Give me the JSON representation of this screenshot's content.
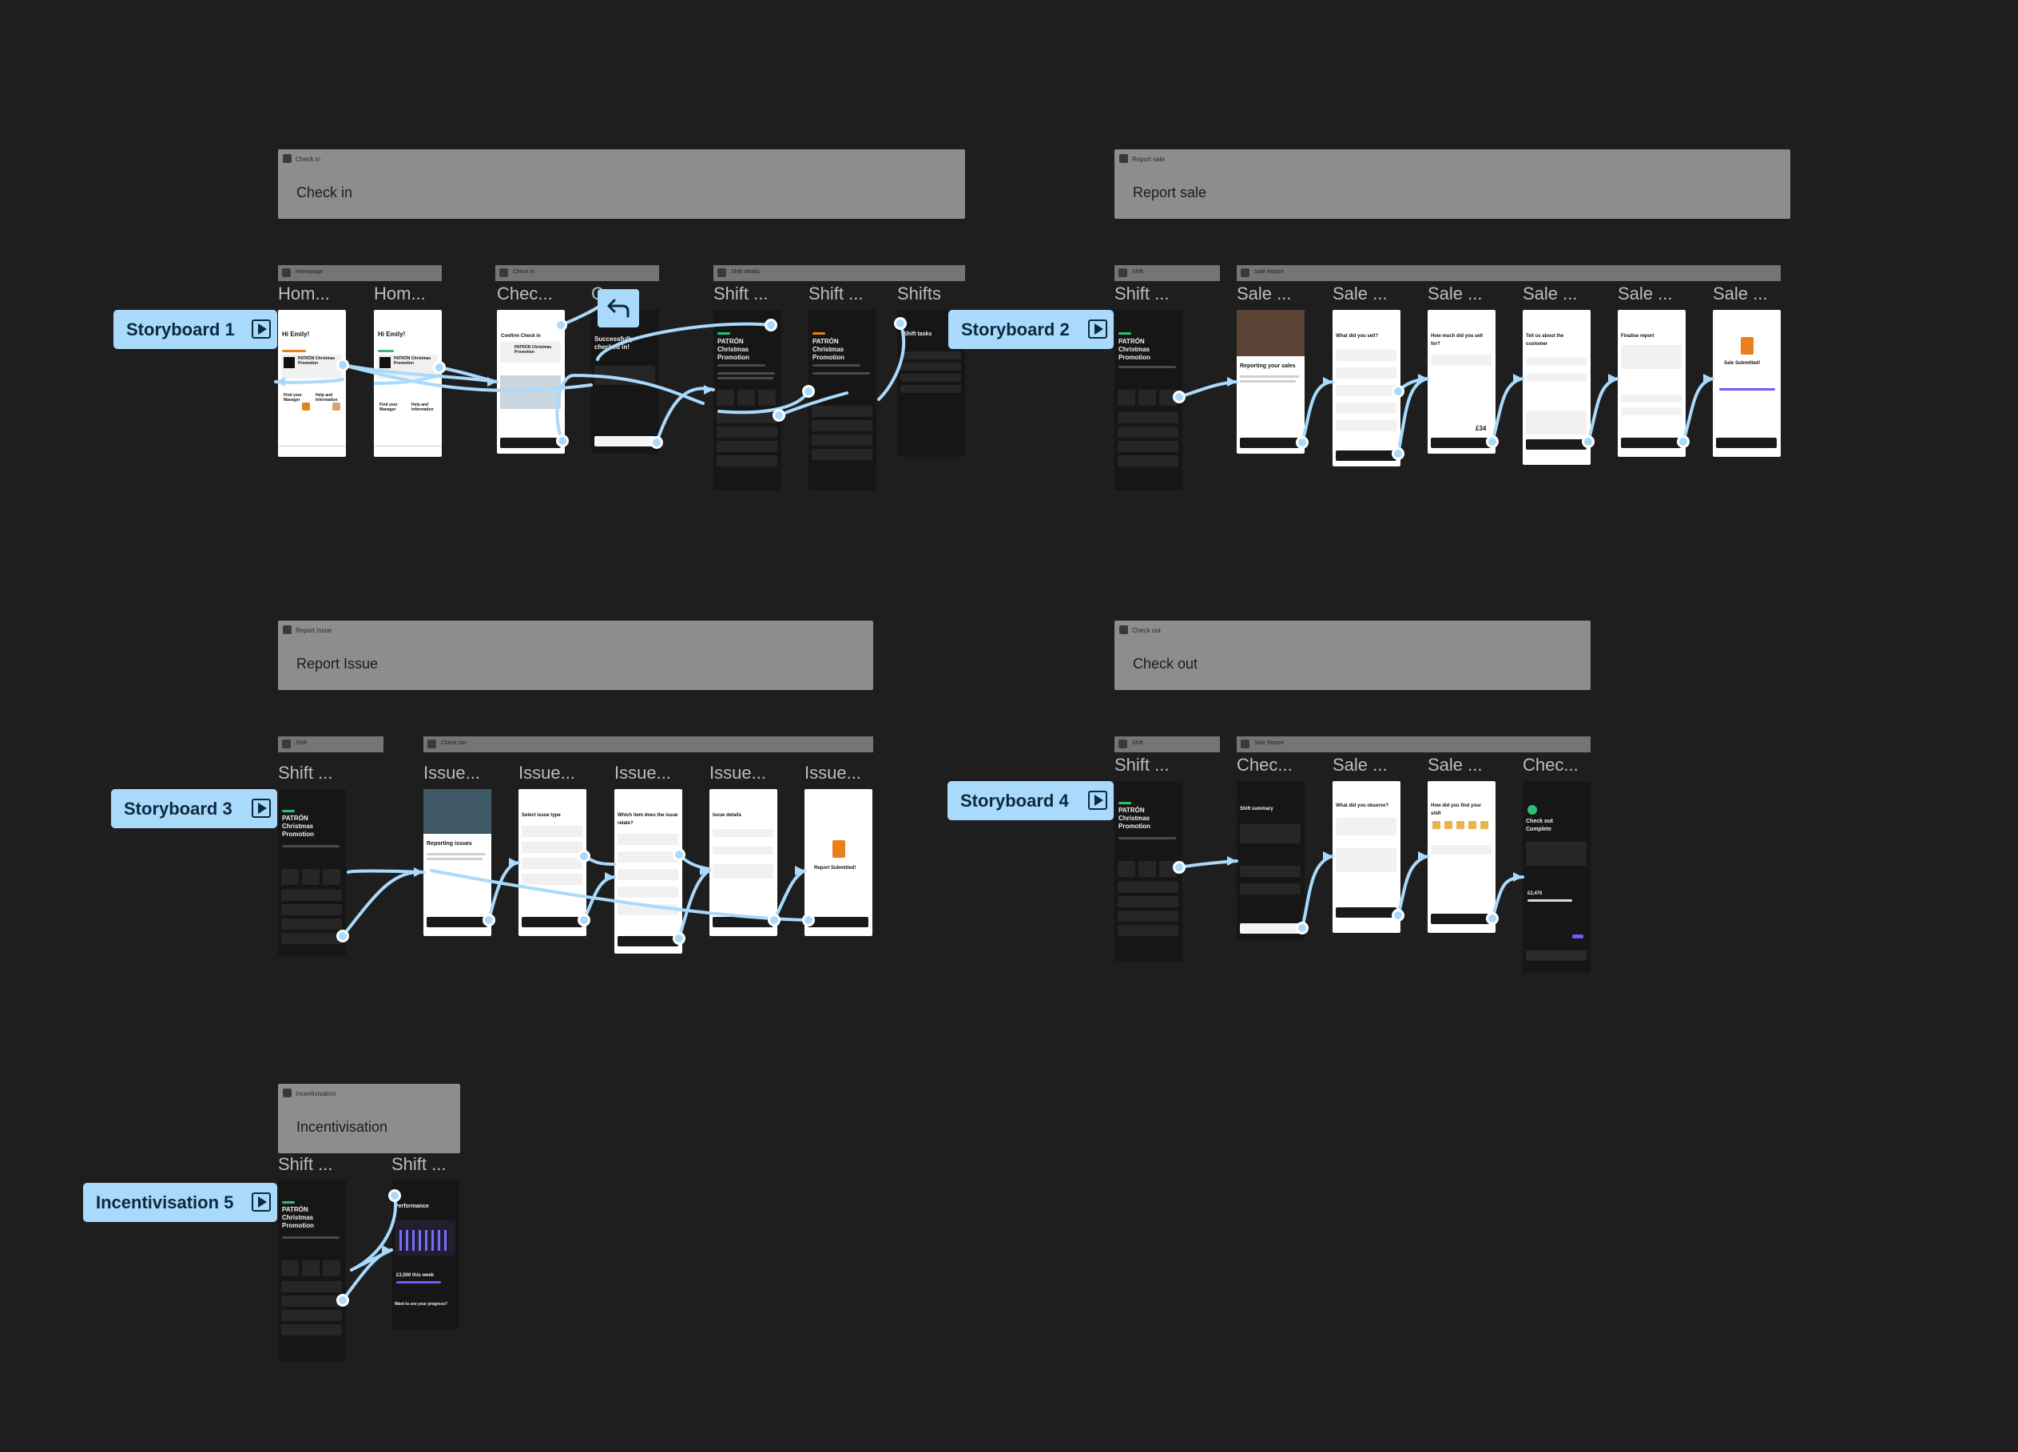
{
  "sections": [
    {
      "id": "checkin",
      "small": "Check in",
      "title": "Check in"
    },
    {
      "id": "reportsale",
      "small": "Report sale",
      "title": "Report sale"
    },
    {
      "id": "reportissue",
      "small": "Report Issue",
      "title": "Report Issue"
    },
    {
      "id": "checkout",
      "small": "Check out",
      "title": "Check out"
    },
    {
      "id": "incent",
      "small": "Incentivisation",
      "title": "Incentivisation"
    }
  ],
  "groups": {
    "g1": "Homepage",
    "g2": "Check in",
    "g3": "Shift details",
    "g4": "Shift",
    "g5": "Sale Report",
    "g6": "Shift",
    "g7": "Check out",
    "g8": "Shift",
    "g9": "Sale Report"
  },
  "frame_labels": {
    "ci1": "Hom...",
    "ci2": "Hom...",
    "ci3": "Chec...",
    "ci4": "C",
    "ci5": "Shift ...",
    "ci6": "Shift ...",
    "ci7": "Shifts",
    "rs1": "Shift ...",
    "rs2": "Sale ...",
    "rs3": "Sale ...",
    "rs4": "Sale ...",
    "rs5": "Sale ...",
    "rs6": "Sale ...",
    "rs7": "Sale ...",
    "ri1": "Shift ...",
    "ri2": "Issue...",
    "ri3": "Issue...",
    "ri4": "Issue...",
    "ri5": "Issue...",
    "ri6": "Issue...",
    "co1": "Shift ...",
    "co2": "Chec...",
    "co3": "Sale ...",
    "co4": "Sale ...",
    "co5": "Chec...",
    "in1": "Shift ...",
    "in2": "Shift ..."
  },
  "storyboards": [
    {
      "label": "Storyboard 1"
    },
    {
      "label": "Storyboard 2"
    },
    {
      "label": "Storyboard 3"
    },
    {
      "label": "Storyboard 4"
    },
    {
      "label": "Incentivisation 5"
    }
  ],
  "frame_text": {
    "home_greet": "Hi Emily!",
    "home_card": "PATRÓN Christmas Promotion",
    "home_a": "Find your Manager",
    "home_b": "Help and Information",
    "confirm": "Confirm Check in",
    "checked": "Successfully checked in!",
    "shift_title": "PATRÓN Christmas Promotion",
    "shift_tasks": "Shift tasks",
    "rs_reporting": "Reporting your sales",
    "rs_what": "What did you sell?",
    "rs_much": "How much did you sell for?",
    "rs_customer": "Tell us about the customer",
    "rs_finalise": "Finalise report",
    "rs_submitted": "Sale Submitted!",
    "rs_amount": "£34",
    "ri_reporting": "Reporting issues",
    "ri_select": "Select issue type",
    "ri_which": "Which item does the issue relate?",
    "ri_details": "Issue details",
    "ri_submitted": "Report Submitted!",
    "co_summary": "Shift summary",
    "co_observe": "What did you observe?",
    "co_find": "How did you find your shift",
    "co_complete": "Check out Complete",
    "in_perf": "Performance",
    "in_week": "£3,500 this week",
    "in_stat": "£2,470",
    "in_note": "Want to see your progress?"
  },
  "colors": {
    "storyboard_bg": "#a9dafb",
    "connector": "#a9dafb",
    "canvas_bg": "#1e1e1e",
    "accent_orange": "#e8811a",
    "accent_purple": "#6a5cff",
    "accent_green": "#2fbf71"
  },
  "back_icon": "return-arrow-icon"
}
